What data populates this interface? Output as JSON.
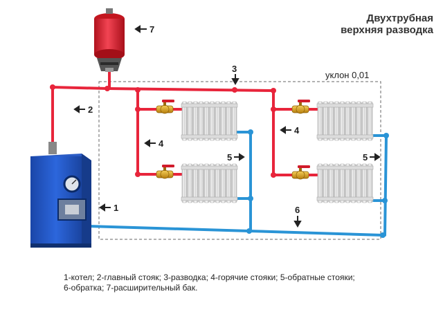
{
  "title": {
    "line1": "Двухтрубная",
    "line2": "верхняя разводка"
  },
  "slope_label": "уклон 0,01",
  "labels": {
    "boiler": "1",
    "main_riser": "2",
    "distribution": "3",
    "hot_riser_left": "4",
    "hot_riser_right": "4",
    "return_riser_left": "5",
    "return_riser_right": "5",
    "return_line": "6",
    "expansion_tank": "7"
  },
  "legend": {
    "line1": "1-котел; 2-главный стояк; 3-разводка; 4-горячие стояки; 5-обратные стояки;",
    "line2": "6-обратка; 7-расширительный бак."
  },
  "colors": {
    "hot_pipe": "#e8253b",
    "return_pipe": "#2a94d6",
    "boiler": "#1f56c8",
    "tank": "#e01f2e",
    "valve": "#e0a51c",
    "radiator": "#eeeeee"
  }
}
